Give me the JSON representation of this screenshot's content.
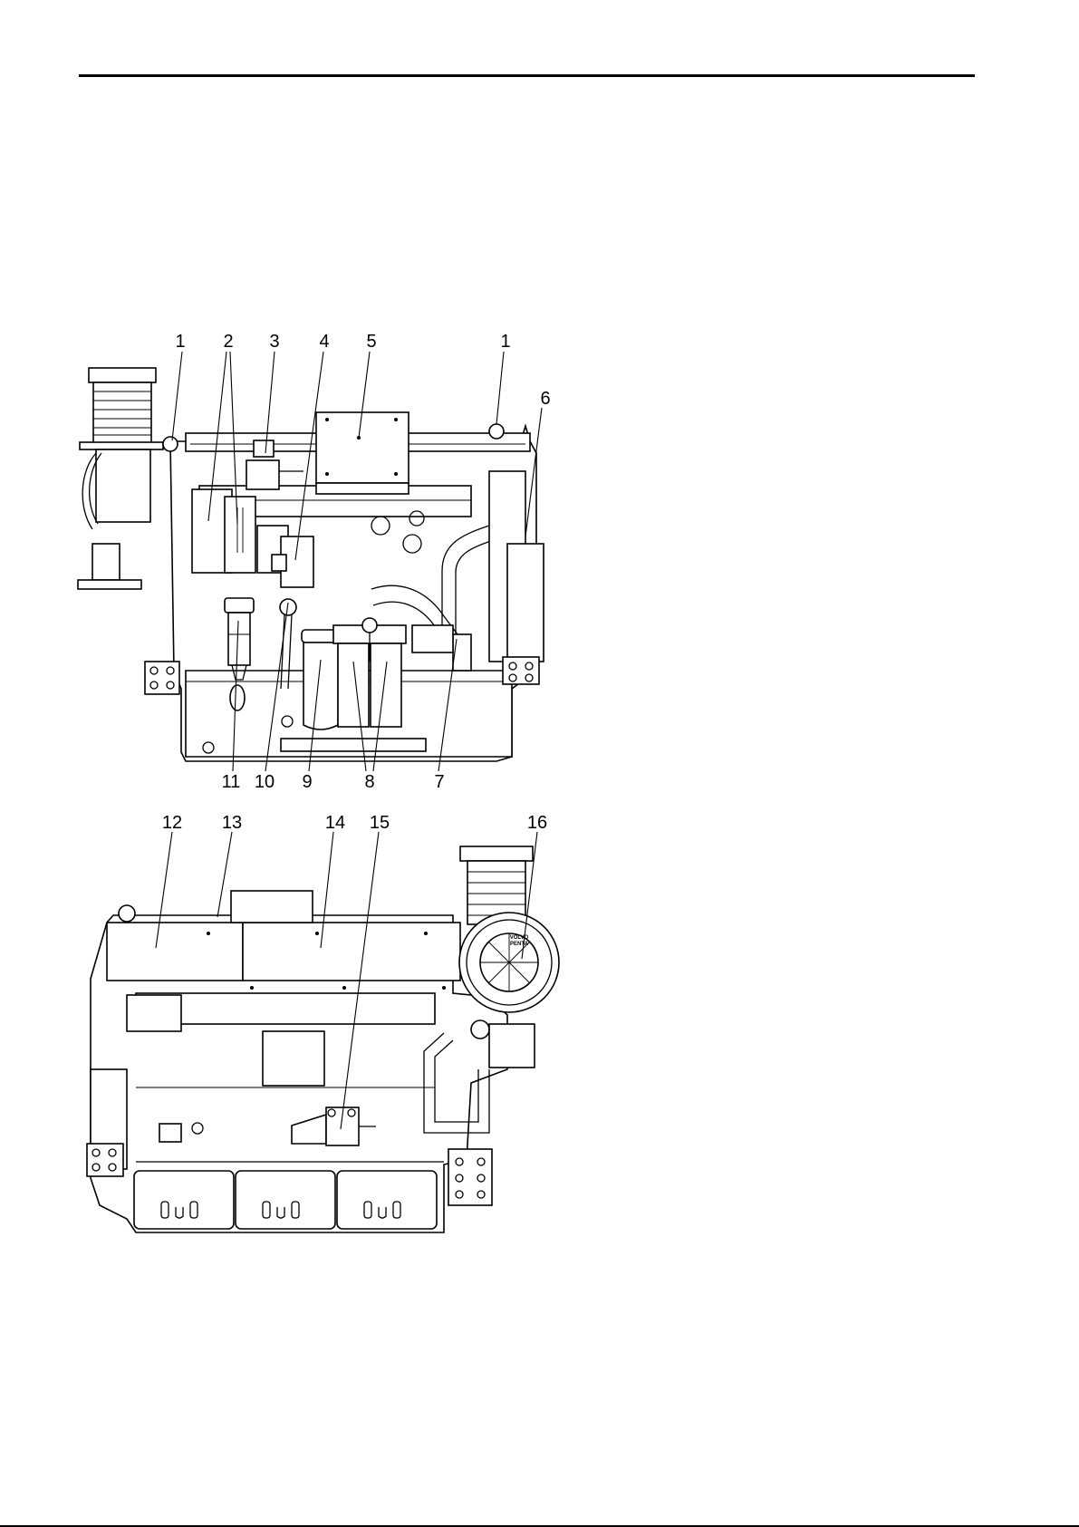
{
  "figure_top": {
    "callouts": [
      "1",
      "2",
      "3",
      "4",
      "5",
      "1",
      "6",
      "11",
      "10",
      "9",
      "8",
      "7"
    ]
  },
  "figure_bottom": {
    "callouts": [
      "12",
      "13",
      "14",
      "15",
      "16"
    ],
    "brand_stamp": [
      "VOLVO",
      "PENTA"
    ]
  }
}
